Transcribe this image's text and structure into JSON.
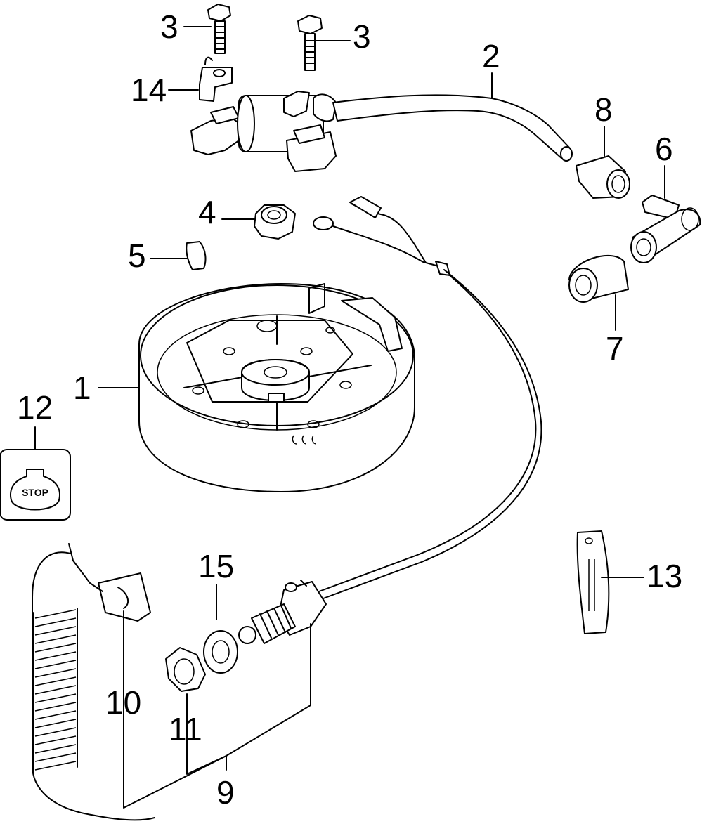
{
  "callouts": {
    "c1": "1",
    "c2": "2",
    "c3a": "3",
    "c3b": "3",
    "c4": "4",
    "c5": "5",
    "c6": "6",
    "c7": "7",
    "c8": "8",
    "c9": "9",
    "c10": "10",
    "c11": "11",
    "c12": "12",
    "c13": "13",
    "c14": "14",
    "c15": "15"
  },
  "stop_label": "STOP"
}
